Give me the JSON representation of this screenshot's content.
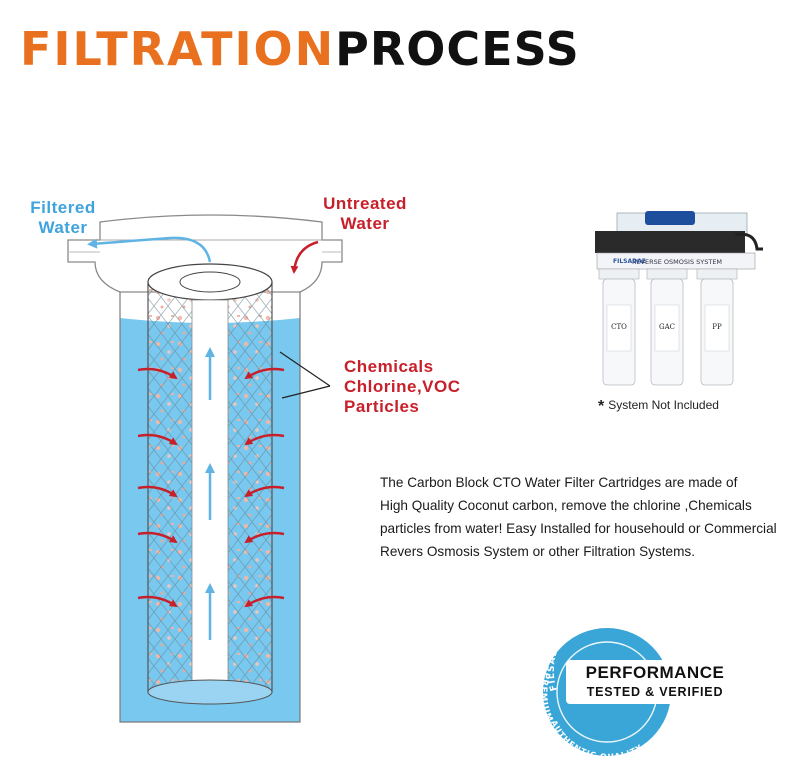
{
  "header": {
    "title_part1": "FILTRATION",
    "title_part2": "PROCESS"
  },
  "diagram": {
    "label_filtered_line1": "Filtered",
    "label_filtered_line2": "Water",
    "label_untreated_line1": "Untreated",
    "label_untreated_line2": "Water",
    "label_contaminants": [
      "Chemicals",
      "Chlorine,VOC",
      "Particles"
    ]
  },
  "product": {
    "panel_label": "REVERSE OSMOSIS SYSTEM",
    "brand_mark": "FILSADAE",
    "housing_labels": [
      "CTO",
      "GAC",
      "PP"
    ],
    "note_star": "*",
    "note_text": "System Not  Included"
  },
  "description": {
    "lines": [
      "The Carbon Block CTO Water Filter Cartridges are made of",
      "High Quality Coconut carbon, remove the chlorine ,Chemicals",
      "particles from water!  Easy Installed for househould or Commercial",
      " Revers Osmosis System or other Filtration Systems."
    ]
  },
  "seal": {
    "arc_top": "FILSADAE WATER",
    "arc_left": "PREMIUM",
    "arc_bottom": "AUTHENTIC QUALITY",
    "line1": "PERFORMANCE",
    "line2": "TESTED & VERIFIED"
  },
  "colors": {
    "accent_orange": "#e8701e",
    "label_red": "#c8202a",
    "label_blue": "#3fa3dc",
    "water_blue": "#6cc4ee",
    "seal_blue": "#3aa6d8"
  }
}
